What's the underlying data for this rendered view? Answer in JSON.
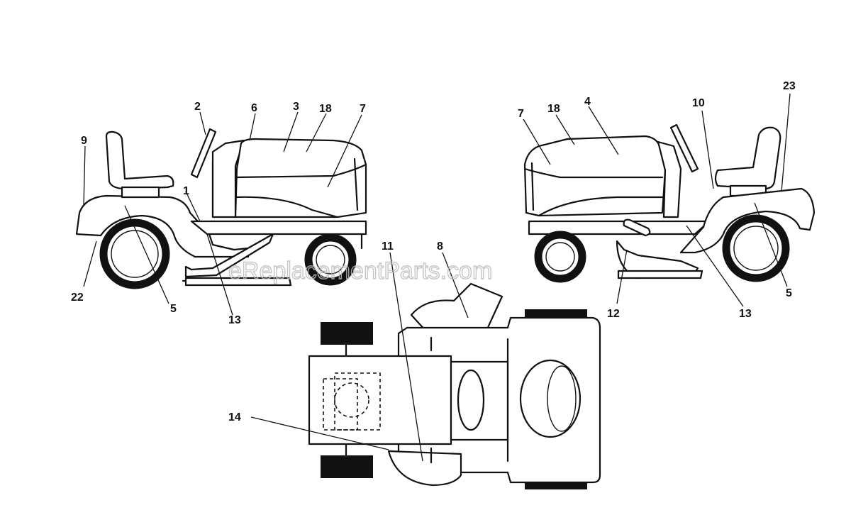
{
  "watermark": "eReplacementParts.com",
  "callouts": {
    "left_view": [
      "2",
      "6",
      "3",
      "18",
      "7",
      "9",
      "1",
      "22",
      "5",
      "13"
    ],
    "right_view": [
      "7",
      "18",
      "4",
      "10",
      "23",
      "12",
      "13",
      "5"
    ],
    "top_view": [
      "11",
      "8",
      "14"
    ]
  }
}
